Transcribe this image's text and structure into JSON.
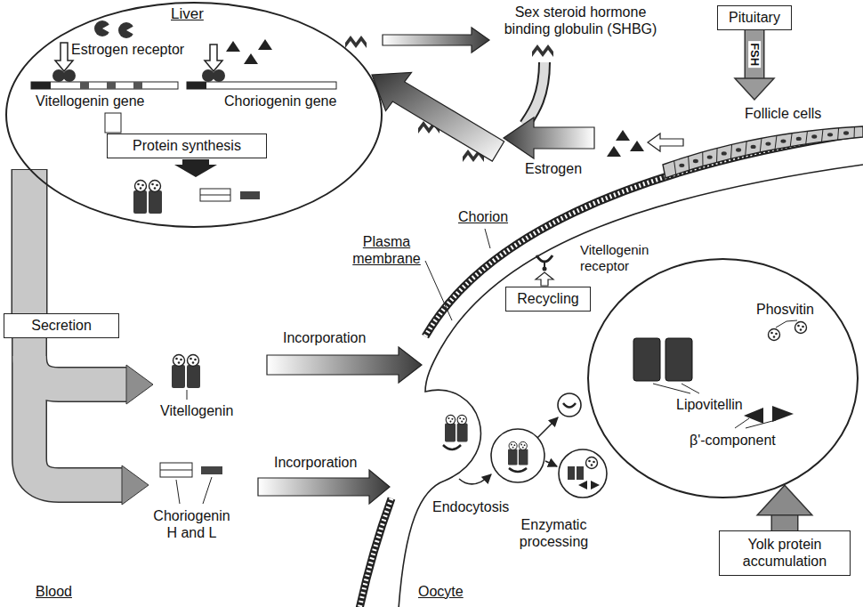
{
  "diagram": {
    "nodes": [
      {
        "text": [
          "Liver"
        ]
      },
      {
        "text": [
          "Protein synthesis"
        ],
        "in": 0
      },
      {
        "text": [
          "Pituitary"
        ]
      },
      {
        "text": [
          "Follicle cells"
        ]
      },
      {
        "text": [
          "Secretion"
        ]
      },
      {
        "text": [
          "Recycling"
        ]
      },
      {
        "text": [
          "Phosvitin",
          "Lipovitellin",
          "β'-component"
        ]
      },
      {
        "text": [
          "Yolk protein accumulation"
        ]
      }
    ],
    "edges": [
      {
        "from": 0,
        "to": 4,
        "arrow": "none"
      },
      {
        "from": 2,
        "to": 3,
        "label": "FSH",
        "arrow": "to"
      },
      {
        "from": 7,
        "to": 6,
        "arrow": "to"
      }
    ],
    "labels": [
      "Estrogen receptor",
      "Vitellogenin gene",
      "Choriogenin gene",
      "Sex steroid hormone binding globulin (SHBG)",
      "Estrogen",
      "Chorion",
      "Plasma membrane",
      "Vitellogenin receptor",
      "Incorporation",
      "Vitellogenin",
      "Incorporation",
      "Choriogenin H and L",
      "Endocytosis",
      "Enzymatic processing",
      "Blood",
      "Oocyte"
    ]
  }
}
